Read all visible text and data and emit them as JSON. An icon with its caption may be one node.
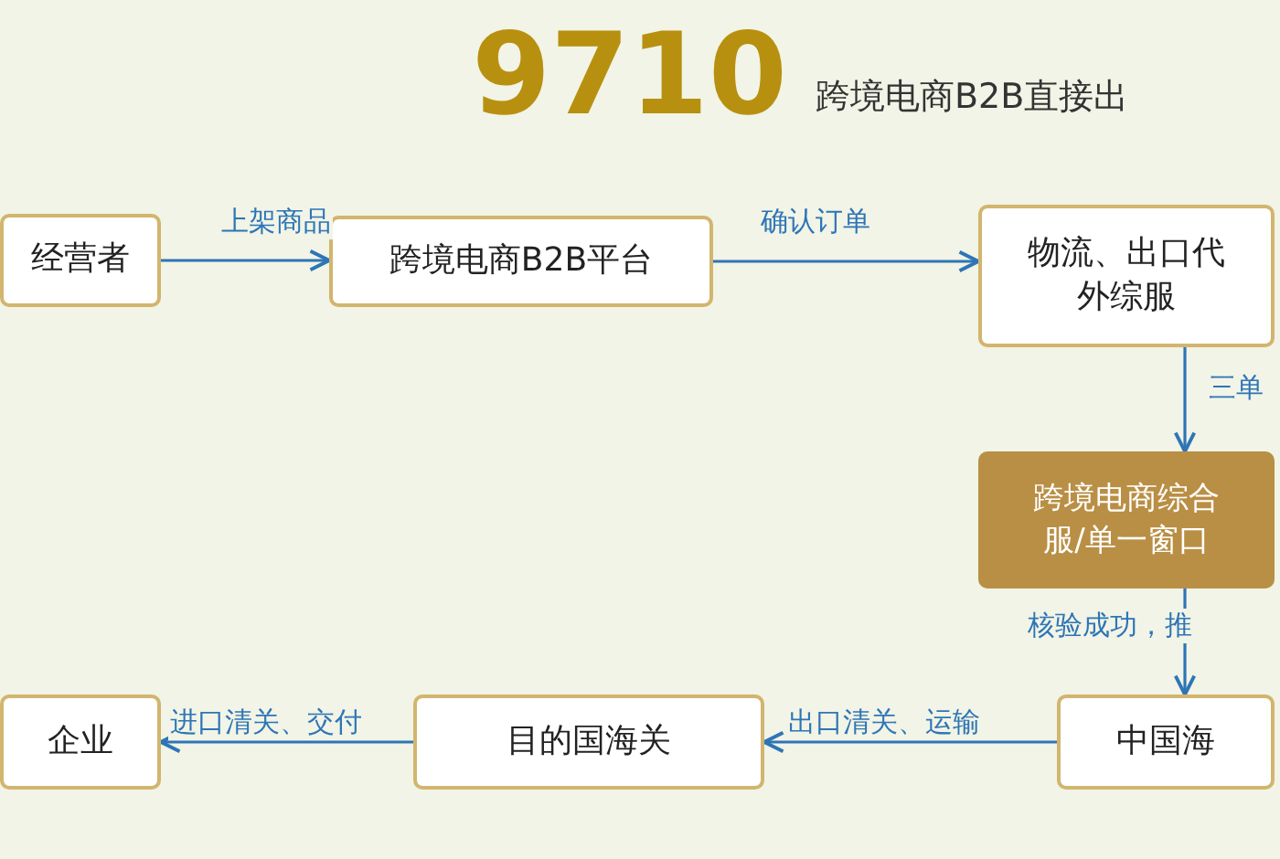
{
  "diagram": {
    "title": "9710",
    "caption": "跨境电商B2B直接出",
    "nodes": [
      {
        "text": [
          "经营者"
        ]
      },
      {
        "text": [
          "跨境电商B2B平台"
        ]
      },
      {
        "text": [
          "物流、出口代外综服"
        ]
      },
      {
        "text": [
          "跨境电商综合服/单一窗口"
        ]
      },
      {
        "text": [
          "中国海"
        ]
      },
      {
        "text": [
          "目的国海关"
        ]
      },
      {
        "text": [
          "企业"
        ]
      }
    ],
    "edges": [
      {
        "from": 0,
        "to": 1,
        "arrow": "to",
        "label": "上架商品"
      },
      {
        "from": 1,
        "to": 2,
        "arrow": "to",
        "label": "确认订单"
      },
      {
        "from": 2,
        "to": 3,
        "arrow": "to",
        "label": "三单"
      },
      {
        "from": 3,
        "to": 4,
        "arrow": "to",
        "label": "核验成功，推"
      },
      {
        "from": 4,
        "to": 5,
        "arrow": "to",
        "label": "出口清关、运输"
      },
      {
        "from": 5,
        "to": 6,
        "arrow": "to",
        "label": "进口清关、交付"
      }
    ]
  }
}
